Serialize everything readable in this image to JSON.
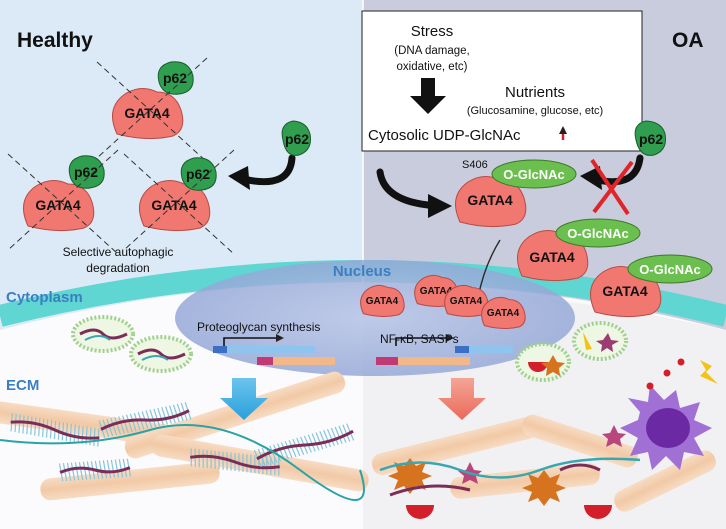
{
  "healthy": {
    "title": "Healthy",
    "protein_labels": [
      "GATA4",
      "GATA4",
      "GATA4"
    ],
    "p62_labels": [
      "p62",
      "p62",
      "p62"
    ],
    "free_p62": "p62",
    "degradation_line1": "Selective autophagic",
    "degradation_line2": "degradation",
    "proteoglycan": "Proteoglycan synthesis"
  },
  "oa": {
    "title": "OA",
    "stress_title": "Stress",
    "stress_line1": "(DNA damage,",
    "stress_line2": "oxidative, etc)",
    "nutrients_title": "Nutrients",
    "nutrients_detail": "(Glucosamine, glucose, etc)",
    "cytosolic": "Cytosolic UDP-GlcNAc",
    "site": "S406",
    "ogl_main": "O-GlcNAc",
    "ogl_2": "O-GlcNAc",
    "ogl_3": "O-GlcNAc",
    "gata_main": "GATA4",
    "gata_2": "GATA4",
    "gata_3": "GATA4",
    "p62": "p62",
    "nuclear_gata": [
      "GATA4",
      "GATA4",
      "GATA4",
      "GATA4"
    ],
    "nfkb": "NF-κB, SASPs"
  },
  "compartments": {
    "nucleus": "Nucleus",
    "cytoplasm": "Cytoplasm",
    "ecm": "ECM"
  },
  "colors": {
    "healthy_bg": "#dbeaf6",
    "oa_bg": "#c8cbdd",
    "gata4": "#f07870",
    "p62": "#2f9e4f",
    "oglcnac": "#6bbf4e",
    "membrane": "#5fd6d2",
    "nucleus": "#8fa6d6",
    "label_blue": "#3a7fc1"
  }
}
